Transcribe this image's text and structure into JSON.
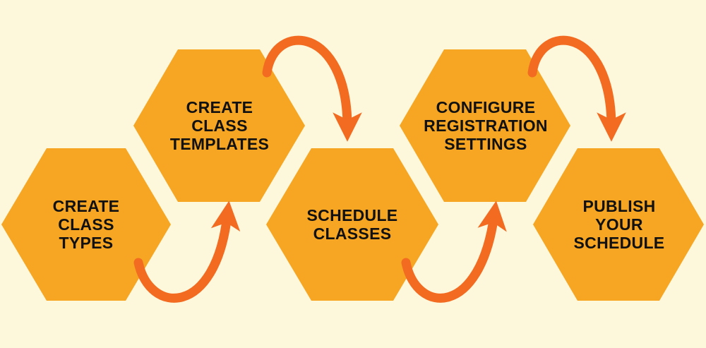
{
  "colors": {
    "background": "#fdf7dc",
    "hexagon": "#f6a623",
    "arrow": "#f26b21",
    "text": "#111111"
  },
  "steps": [
    {
      "label": "CREATE\nCLASS\nTYPES"
    },
    {
      "label": "CREATE\nCLASS\nTEMPLATES"
    },
    {
      "label": "SCHEDULE\nCLASSES"
    },
    {
      "label": "CONFIGURE\nREGISTRATION\nSETTINGS"
    },
    {
      "label": "PUBLISH\nYOUR\nSCHEDULE"
    }
  ],
  "arrows": [
    {
      "from": 1,
      "to": 2,
      "icon": "curved-arrow-up"
    },
    {
      "from": 2,
      "to": 3,
      "icon": "curved-arrow-down"
    },
    {
      "from": 3,
      "to": 4,
      "icon": "curved-arrow-up"
    },
    {
      "from": 4,
      "to": 5,
      "icon": "curved-arrow-down"
    }
  ]
}
